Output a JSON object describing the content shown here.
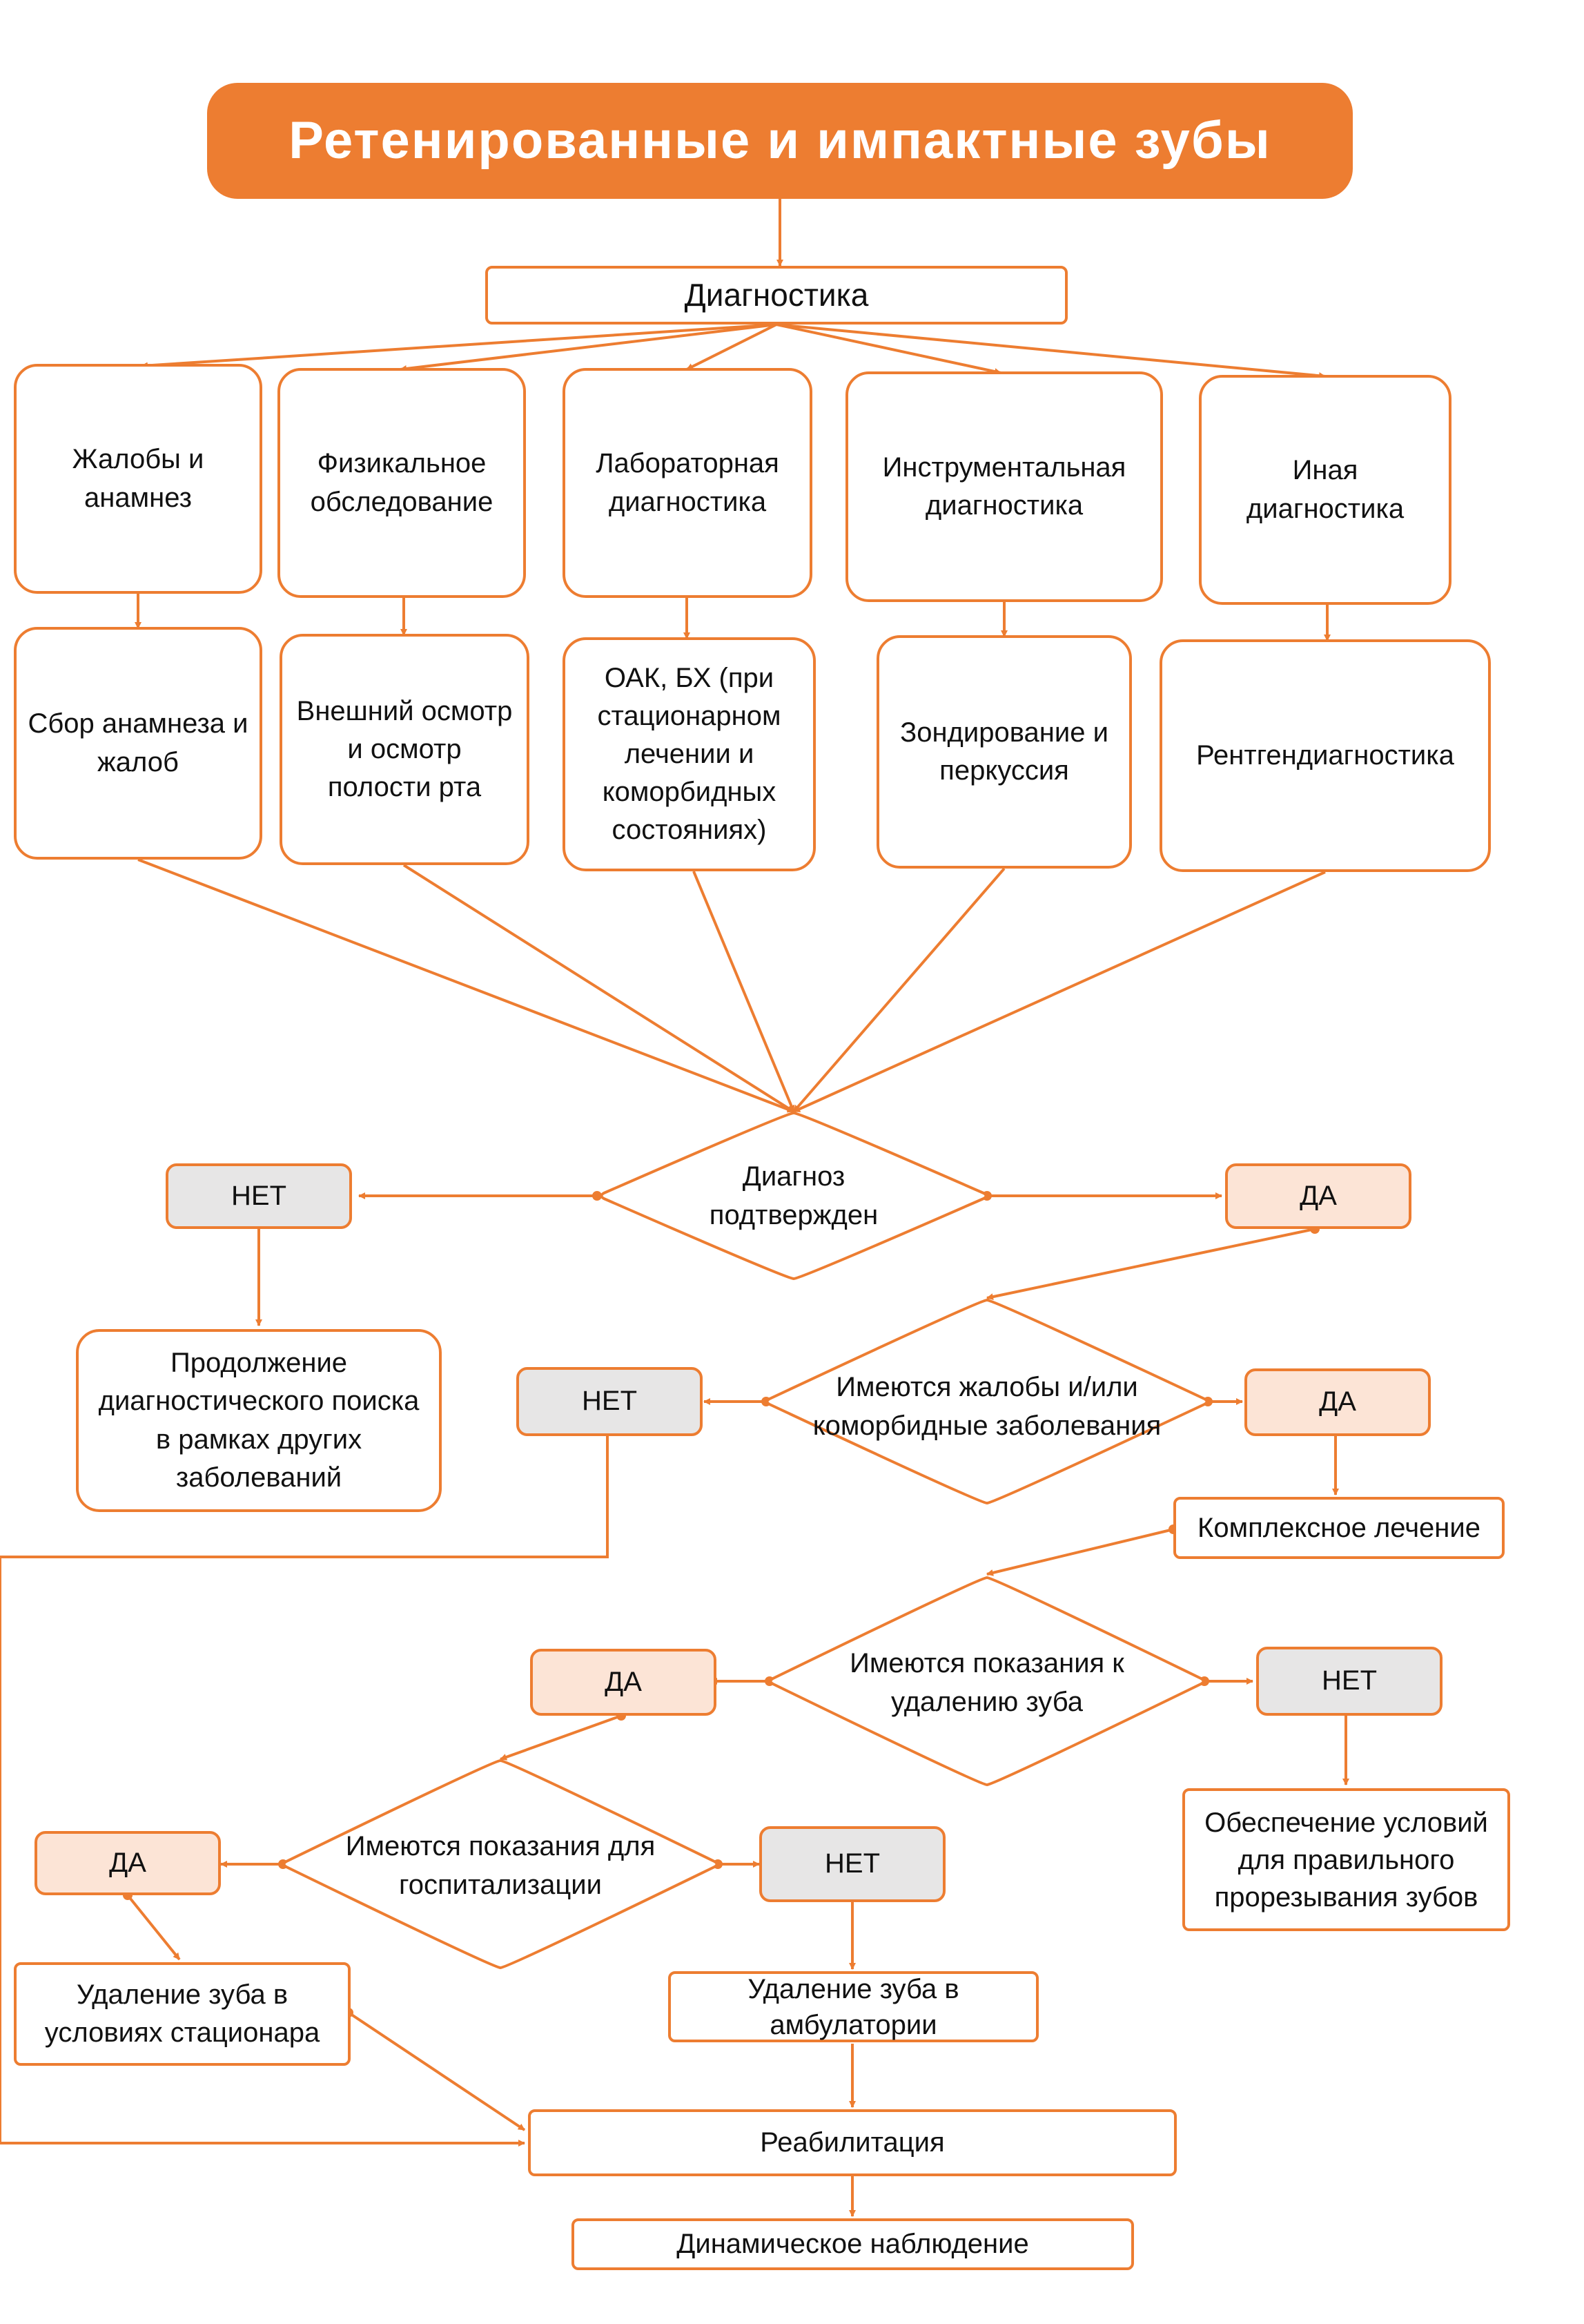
{
  "title": "Ретенированные и импактные зубы",
  "nodes": {
    "diagnostics": "Диагностика",
    "complaints": "Жалобы и анамнез",
    "physical": "Физикальное обследование",
    "lab": "Лабораторная диагностика",
    "instrumental": "Инструментальная диагностика",
    "other": "Иная диагностика",
    "anamnesis_collection": "Сбор анамнеза и жалоб",
    "exam": "Внешний осмотр и осмотр полости рта",
    "blood_tests": "ОАК, БХ (при стационарном лечении и коморбидных состояниях)",
    "probing": "Зондирование и перкуссия",
    "xray": "Рентгендиагностика",
    "no1": "НЕТ",
    "yes1": "ДА",
    "continue_search": "Продолжение диагностического поиска в рамках других заболеваний",
    "no2": "НЕТ",
    "yes2": "ДА",
    "complex_treatment": "Комплексное лечение",
    "yes3": "ДА",
    "no3": "НЕТ",
    "eruption": "Обеспечение условий для правильного прорезывания зубов",
    "yes4": "ДА",
    "no4": "НЕТ",
    "hospital_extraction": "Удаление зуба в условиях стационара",
    "ambulatory_extraction": "Удаление зуба в амбулатории",
    "rehabilitation": "Реабилитация",
    "observation": "Динамическое наблюдение"
  },
  "decisions": {
    "diagnosis_confirmed": "Диагноз подтвержден",
    "complaints_comorbid": "Имеются жалобы и/или коморбидные заболевания",
    "extraction_indications": "Имеются показания к удалению зуба",
    "hospitalization_indications": "Имеются показания для госпитализации"
  },
  "colors": {
    "accent": "#ED7D31",
    "yes_fill": "#FCE4D6",
    "no_fill": "#E7E6E6",
    "title_text": "#FFFFFF"
  }
}
